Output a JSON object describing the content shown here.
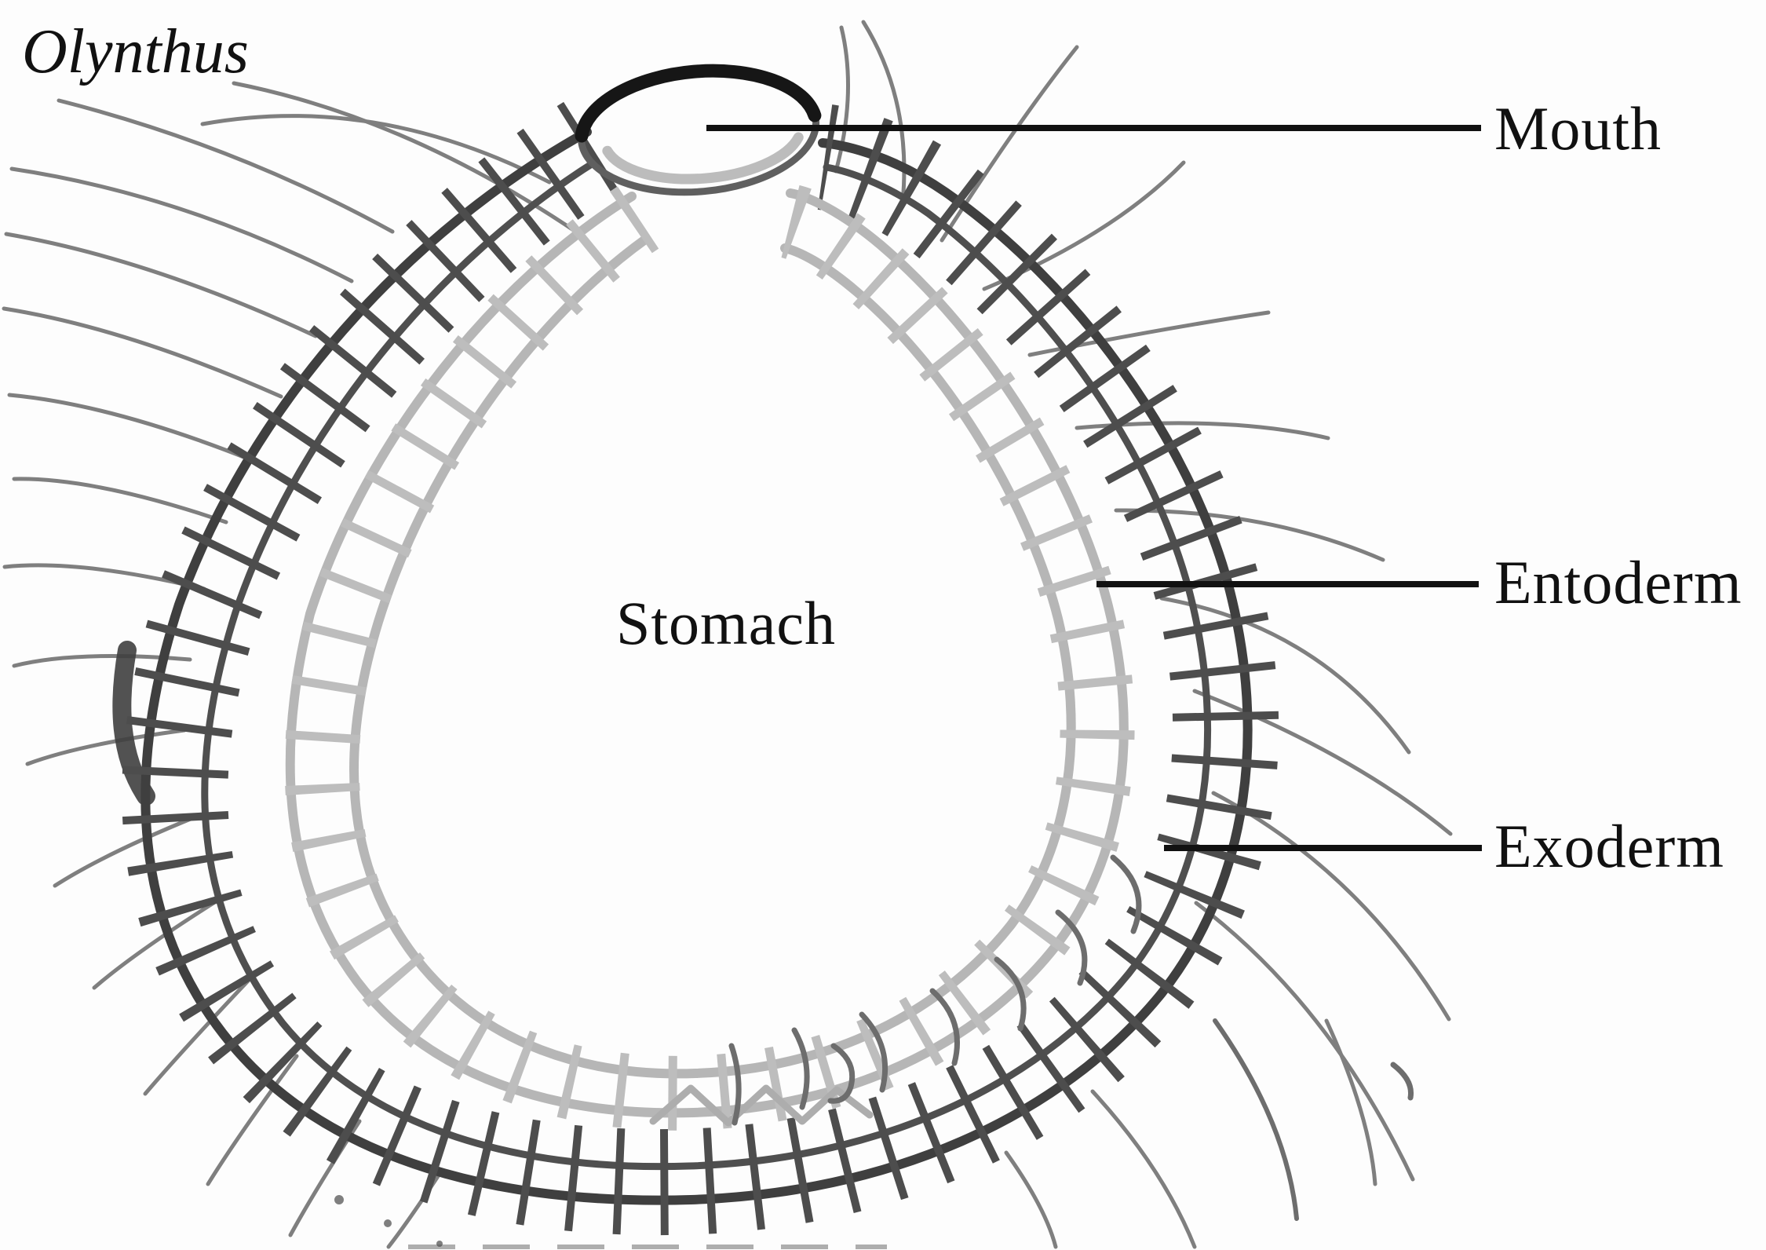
{
  "labels": {
    "title": "Olynthus",
    "stomach": "Stomach",
    "mouth": "Mouth",
    "entoderm": "Entoderm",
    "exoderm": "Exoderm"
  },
  "colors": {
    "background": "#fdfdfd",
    "ink": "#111111",
    "outer-wall": "#3f3f3f",
    "inner-wall": "#4f4f4f",
    "rung-dark": "#4d4d4d",
    "entoderm": "#b6b6b6",
    "entoderm-rung": "#bdbdbd",
    "zigzag": "#adadad",
    "hair": "#7f7f7f",
    "hook": "#6d6d6d",
    "mouth-dark": "#161616",
    "mouth-mid": "#5f5f5f",
    "mouth-light": "#bcbcbc"
  }
}
